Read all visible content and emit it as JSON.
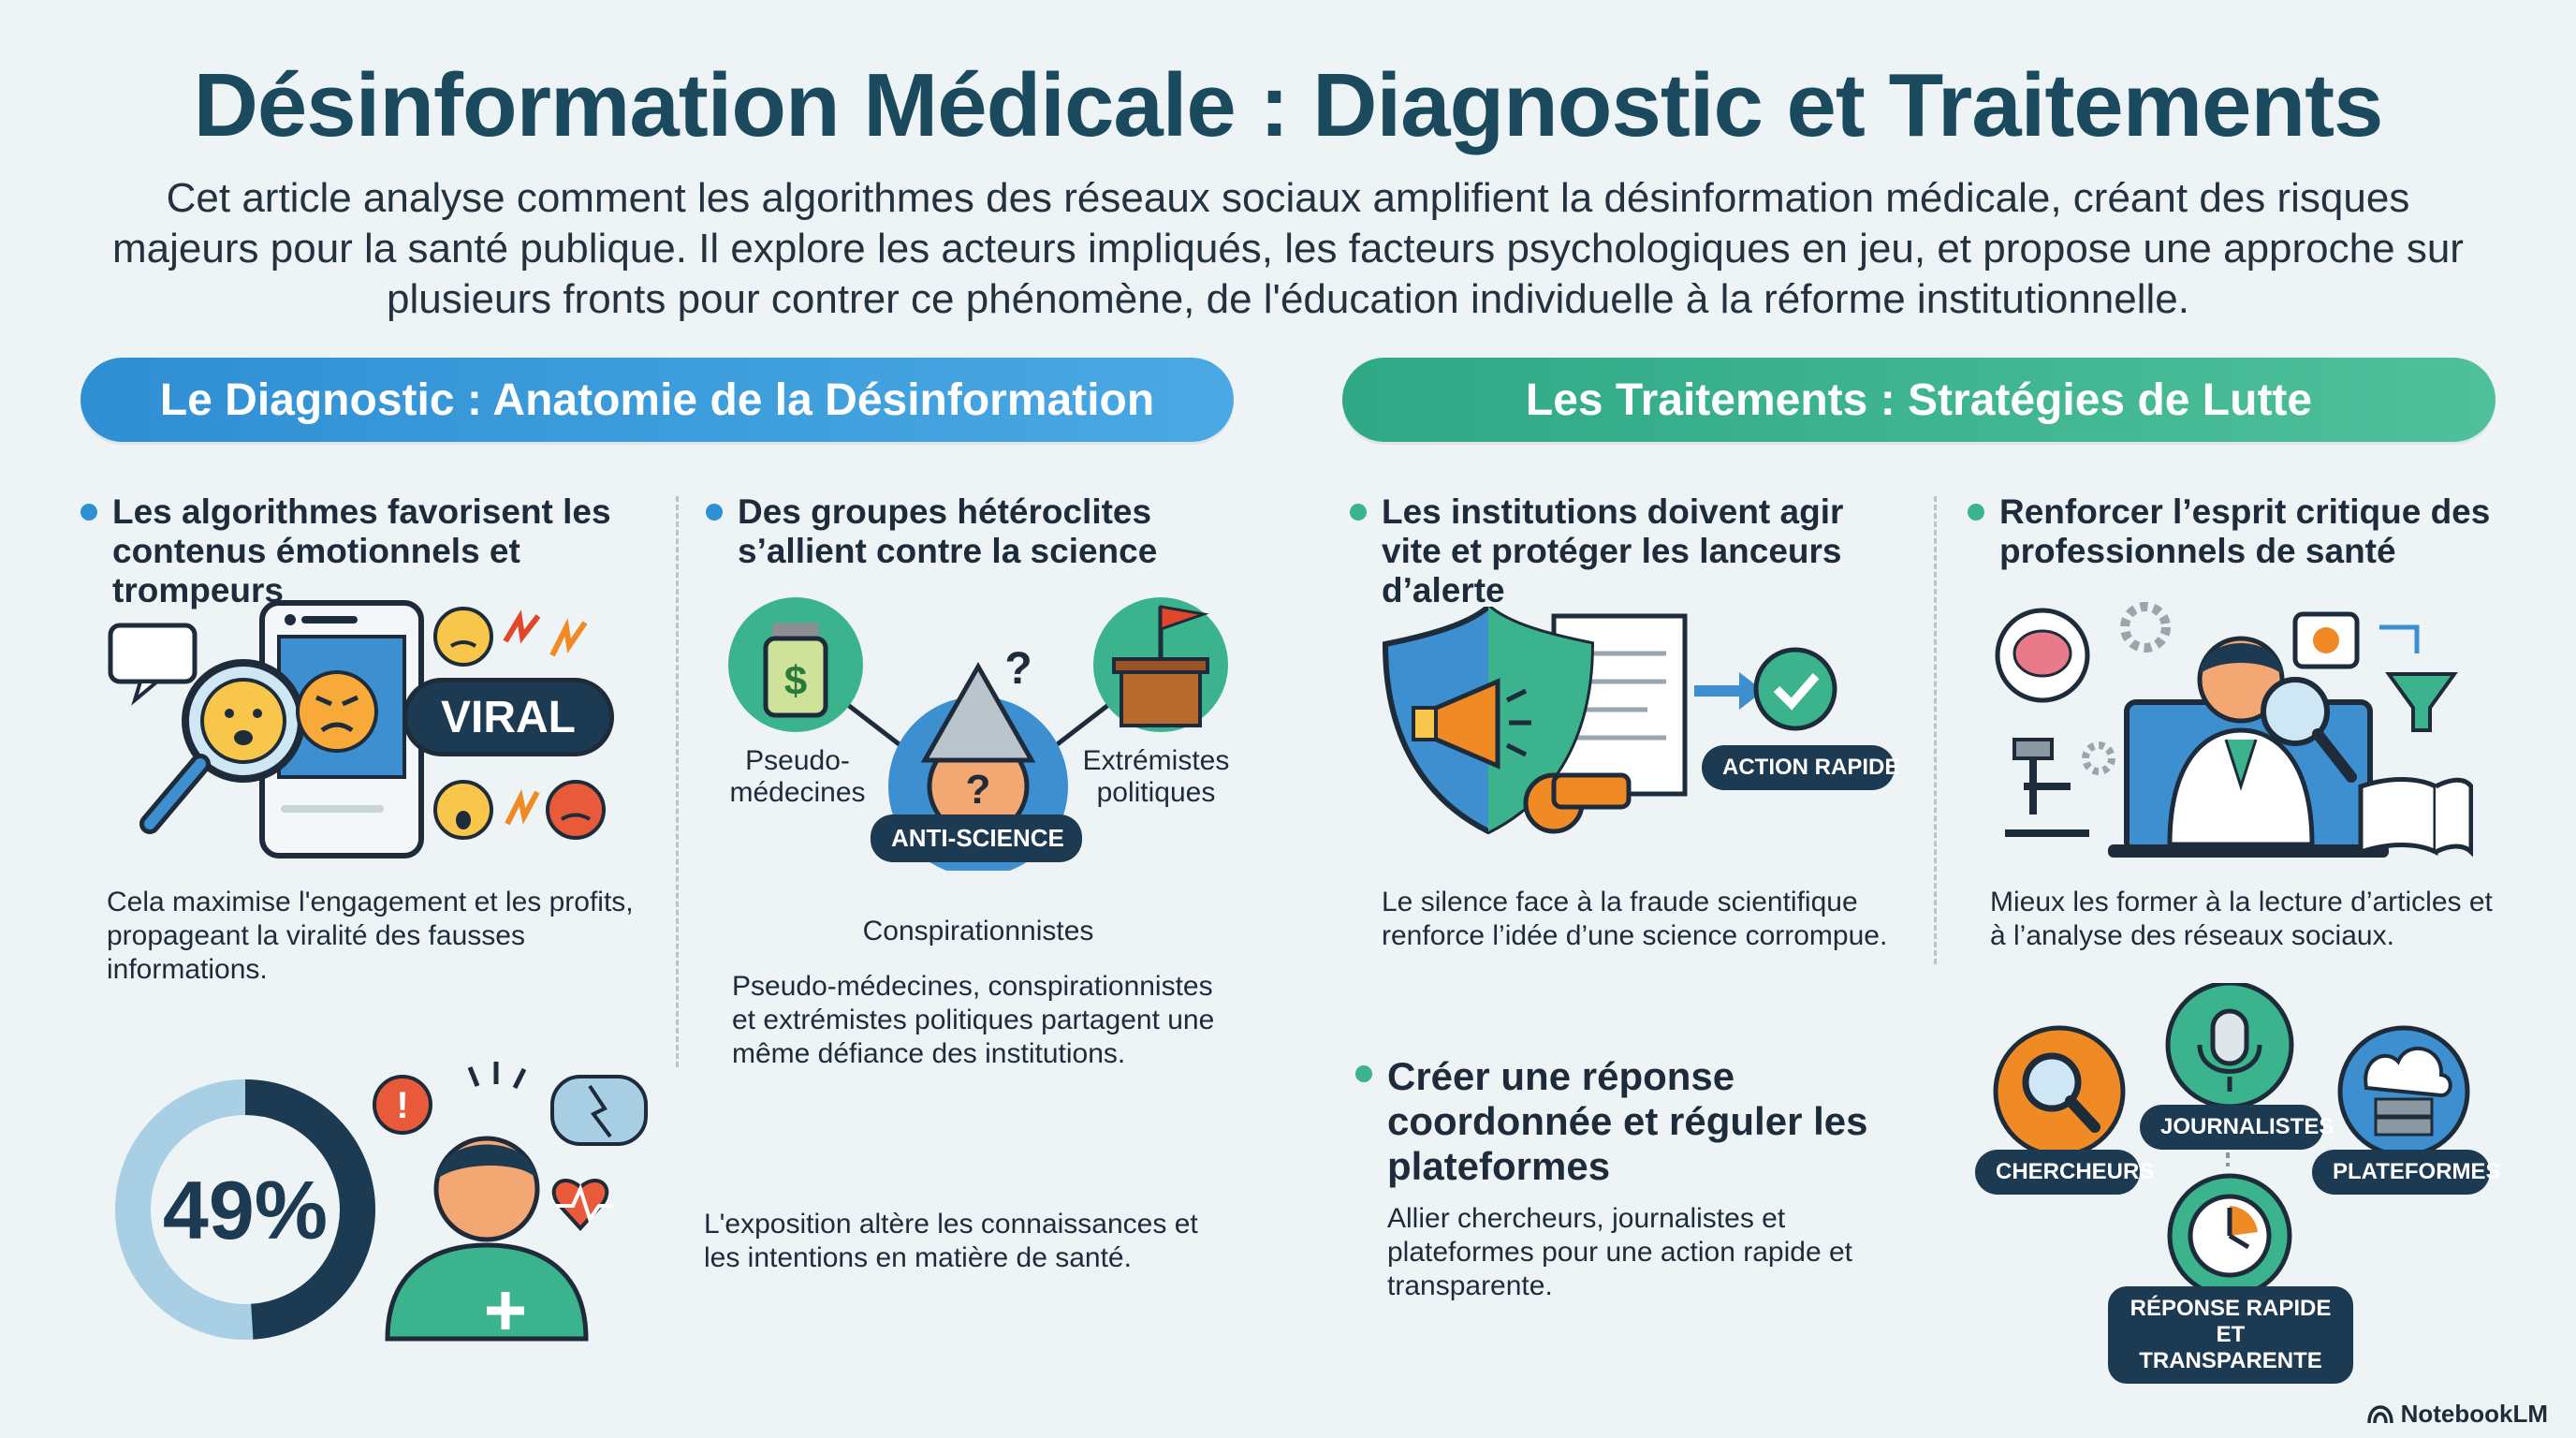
{
  "title": "Désinformation Médicale : Diagnostic et Traitements",
  "intro": "Cet article analyse comment les algorithmes des réseaux sociaux amplifient la désinformation médicale, créant des risques majeurs pour la santé publique. Il explore les acteurs impliqués, les facteurs psychologiques en jeu, et propose une approche sur plusieurs fronts pour contrer ce phénomène, de l'éducation individuelle à la réforme institutionnelle.",
  "diagnostic": {
    "banner": "Le Diagnostic : Anatomie de la Désinformation",
    "algorithms": {
      "heading": "Les algorithmes favorisent les contenus émotionnels et trompeurs",
      "badge": "VIRAL",
      "body": "Cela maximise l'engagement et les profits, propageant la viralité des fausses informations."
    },
    "groups": {
      "heading": "Des groupes hétéroclites s’allient contre la science",
      "label_pseudo": "Pseudo-médecines",
      "label_extremists": "Extrémistes politiques",
      "label_center": "ANTI-SCIENCE",
      "label_conspi": "Conspirationnistes",
      "body": "Pseudo-médecines, conspirationnistes et extrémistes politiques partagent une même défiance des institutions."
    },
    "exposure": {
      "stat": "49%",
      "stat_value": 49,
      "body": "L'exposition altère les connaissances et les intentions en matière de santé."
    }
  },
  "treatments": {
    "banner": "Les Traitements : Stratégies de Lutte",
    "institutions": {
      "heading": "Les institutions doivent agir vite et protéger les lanceurs d’alerte",
      "tag": "ACTION RAPIDE",
      "body": "Le silence face à la fraude scientifique renforce l’idée d’une science corrompue."
    },
    "critical": {
      "heading": "Renforcer l’esprit critique des professionnels de santé",
      "body": "Mieux les former à la lecture d’articles et à l’analyse des réseaux sociaux."
    },
    "coordinated": {
      "heading": "Créer une réponse coordonnée et réguler les plateformes",
      "body": "Allier chercheurs, journalistes et plateformes pour une action rapide et transparente.",
      "tag_researchers": "CHERCHEURS",
      "tag_journalists": "JOURNALISTES",
      "tag_platforms": "PLATEFORMES",
      "tag_response": "RÉPONSE RAPIDE ET TRANSPARENTE"
    }
  },
  "brand": "NotebookLM",
  "colors": {
    "blue": "#2f8fd3",
    "green": "#3bb38d",
    "navy": "#1c3a52",
    "orange": "#f08a24",
    "title": "#1b4a5e"
  }
}
